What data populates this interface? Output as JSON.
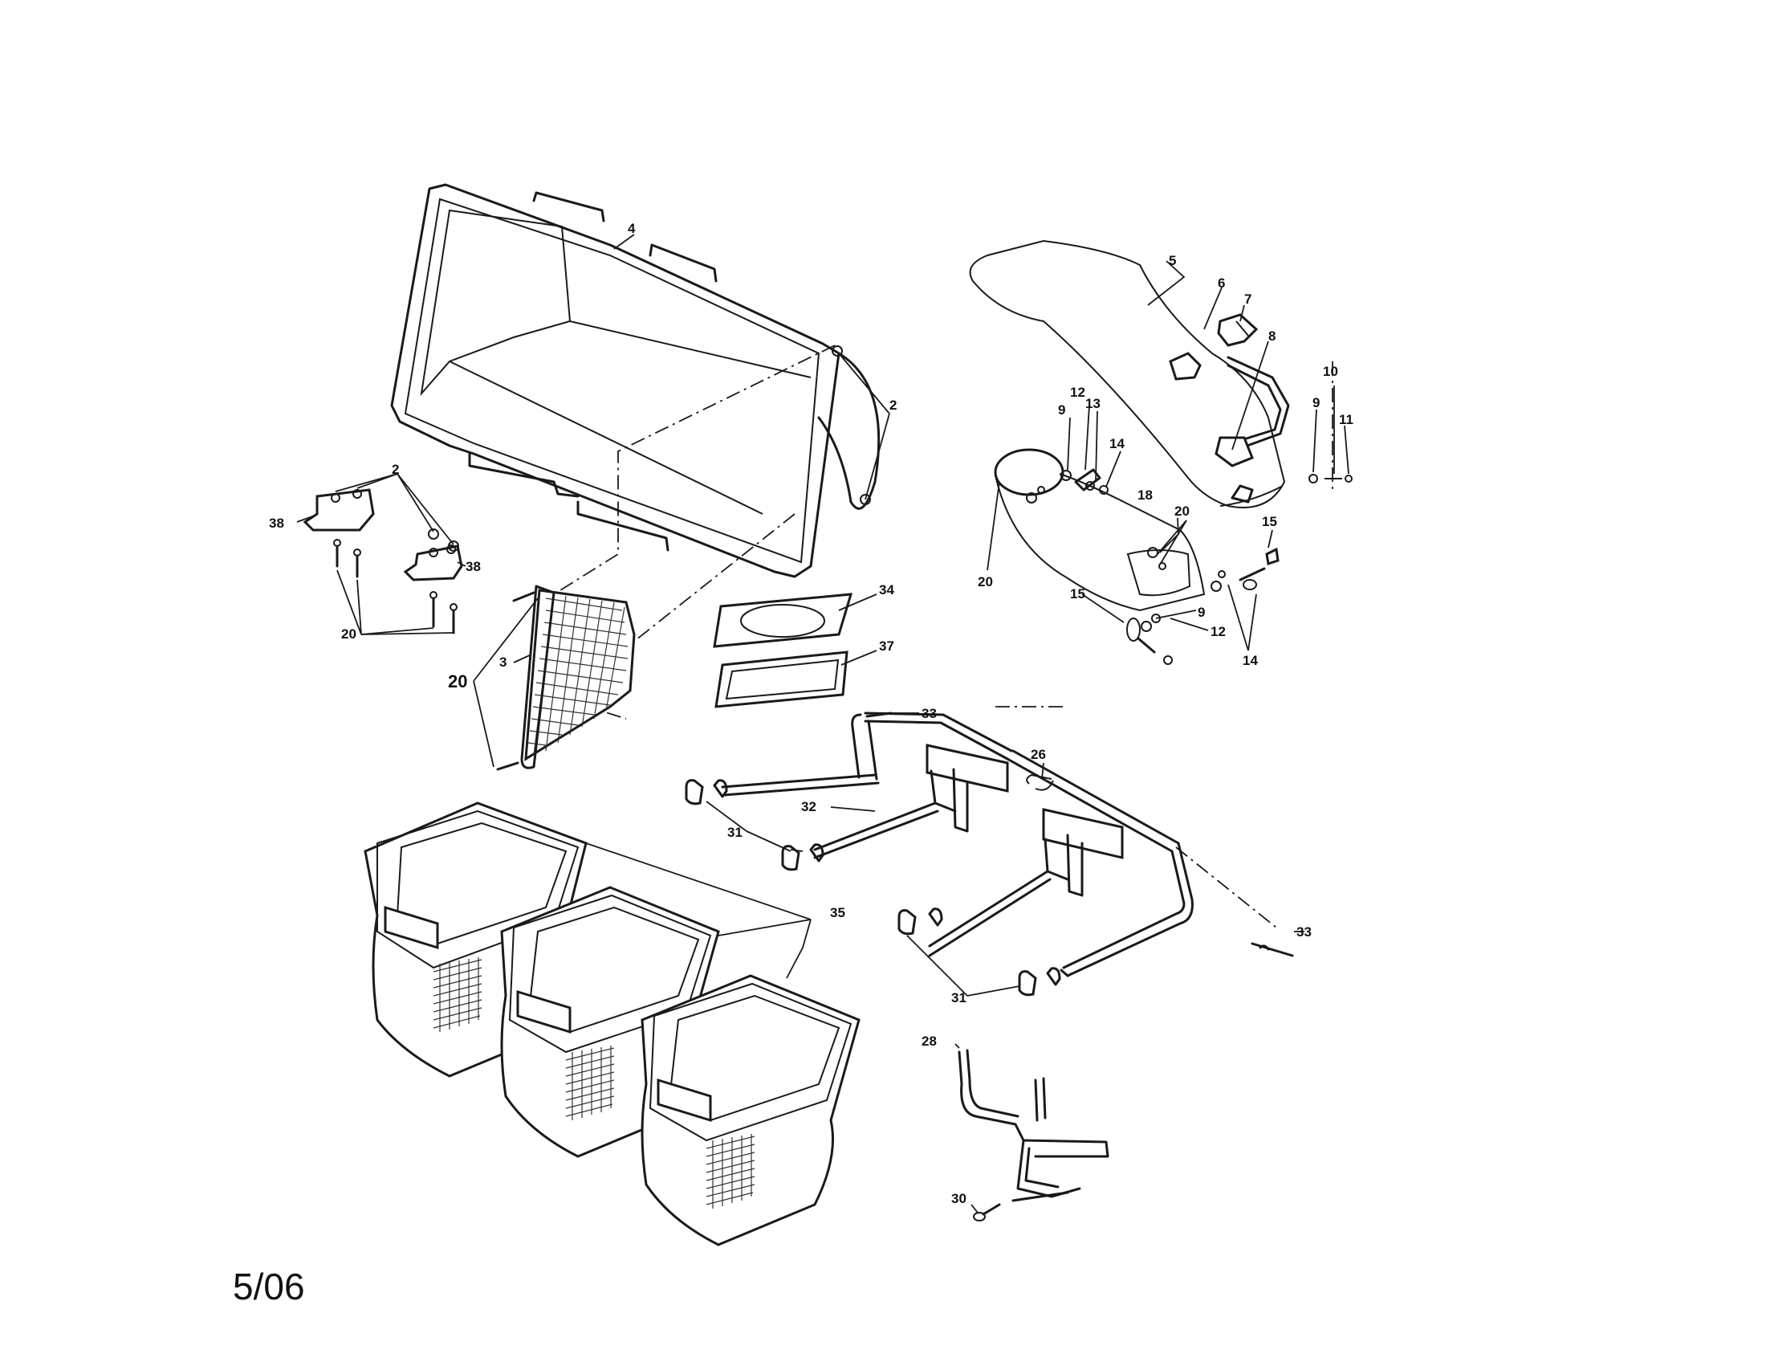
{
  "callouts": {
    "c4": "4",
    "c2_hopper": "2",
    "c2_brackets": "2",
    "c38_left": "38",
    "c38_right": "38",
    "c20_brackets": "20",
    "c20_screen": "20",
    "c3": "3",
    "c34": "34",
    "c37": "37",
    "c5": "5",
    "c6": "6",
    "c7": "7",
    "c8": "8",
    "c10": "10",
    "c9_right": "9",
    "c11": "11",
    "c12_top": "12",
    "c9_top": "9",
    "c13": "13",
    "c14_top": "14",
    "c18": "18",
    "c20_chute": "20",
    "c20_elbow": "20",
    "c15_right": "15",
    "c15_left": "15",
    "c9_bottom": "9",
    "c12_bottom": "12",
    "c14_bottom": "14",
    "c33_top": "33",
    "c26": "26",
    "c32": "32",
    "c31_top": "31",
    "c35": "35",
    "c33_bottom": "33",
    "c31_bottom": "31",
    "c28": "28",
    "c30": "30"
  },
  "footer": {
    "date_code": "5/06"
  }
}
